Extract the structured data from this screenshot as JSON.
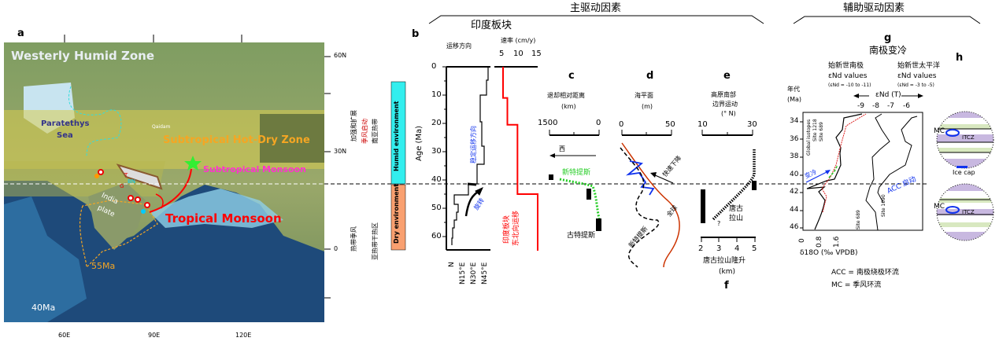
{
  "headers": {
    "main_drivers": "主驱动因素",
    "auxiliary_drivers": "辅助驱动因素"
  },
  "panel_a": {
    "label": "a",
    "zones": {
      "westerly": "Westerly Humid Zone",
      "hot_dry": "Subtropical Hot-Dry Zone",
      "subtropical_monsoon": "Subtropical Monsoon",
      "tropical_monsoon": "Tropical Monsoon"
    },
    "places": {
      "paratethys_1": "Paratethys",
      "paratethys_2": "Sea",
      "qaidam": "Qaidam",
      "india_1": "India",
      "india_2": "plate",
      "t": "T",
      "bn": "BN",
      "g": "G",
      "ma55": "55Ma",
      "ma40": "40Ma"
    },
    "lat_ticks": [
      "60N",
      "30N",
      "0"
    ],
    "lon_ticks": [
      "60E",
      "90E",
      "120E"
    ],
    "side_labels": {
      "expand": "加强和扩展",
      "monsoon_onset": "季风启动",
      "east_asia_tropical": "南亚热带",
      "tropical_monsoon": "热带季风",
      "subtropical_dry": "亚热带干热区"
    },
    "colors": {
      "westerly": "#e8eef2",
      "hot_dry": "#f5a623",
      "subtropical_monsoon": "#ff33cc",
      "tropical_monsoon": "#ff0000"
    }
  },
  "environment": {
    "humid": "Humid environment",
    "dry": "Dry environment",
    "humid_color": "#33eeee",
    "dry_color": "#f9a070"
  },
  "panel_b": {
    "label": "b",
    "title": "印度板块",
    "direction_label": "运移方向",
    "rate_label": "速率 (cm/y)",
    "rate_ticks": [
      "5",
      "10",
      "15"
    ],
    "age_label": "Age (Ma)",
    "age_ticks": [
      "0",
      "10",
      "20",
      "30",
      "40",
      "50",
      "60"
    ],
    "direction_ticks": [
      "N",
      "N15°E",
      "N30°E",
      "N45°E"
    ],
    "stable_text": "稳定运移方向",
    "rotation_text": "旋转",
    "red_text_1": "印度板块",
    "red_text_2": "东北向运移",
    "rate_steps": [
      {
        "from": 0,
        "to": 11,
        "rate": 3
      },
      {
        "from": 11,
        "to": 20.5,
        "rate": 4.5
      },
      {
        "from": 20.5,
        "to": 45,
        "rate": 8
      },
      {
        "from": 45,
        "to": 65,
        "rate": 15
      }
    ]
  },
  "panel_c": {
    "label": "c",
    "title_1": "退却相对距离",
    "title_2": "(km)",
    "ticks": [
      "1500",
      "0"
    ],
    "west": "西",
    "neo_tethys": "新特提斯",
    "tethys": "古特提斯"
  },
  "panel_d": {
    "label": "d",
    "title_1": "海平面",
    "title_2": "(m)",
    "ticks": [
      "0",
      "50"
    ],
    "fall": "快速下降",
    "global": "全球",
    "neo_tethys": "新特提斯"
  },
  "panel_e": {
    "label": "e",
    "title_1": "高原南部",
    "title_2": "边界运动",
    "title_3": "(° N)",
    "ticks": [
      "10",
      "30"
    ]
  },
  "panel_f": {
    "label": "f",
    "tanggula_1": "唐古",
    "tanggula_2": "拉山",
    "question": "?",
    "ticks": [
      "2",
      "3",
      "4",
      "5"
    ],
    "axis_1": "唐古拉山隆升",
    "axis_2": "(km)"
  },
  "panel_g": {
    "label": "g",
    "title": "南极变冷",
    "left_1": "始新世南极",
    "left_2": "εNd values",
    "left_3": "(εNd = -10 to -11)",
    "right_1": "始新世太平洋",
    "right_2": "εNd values",
    "right_3": "(εNd = -3 to -5)",
    "age_1": "年代",
    "age_2": "(Ma)",
    "end_axis": "εNd (T)",
    "end_ticks": [
      "-9",
      "-8",
      "-7",
      "-6"
    ],
    "age_ticks": [
      "34",
      "36",
      "38",
      "40",
      "42",
      "44",
      "46"
    ],
    "o18_ticks": [
      "0",
      "0.8",
      "1.6"
    ],
    "o18_label": "δ18O (‰ VPDB)",
    "legend": [
      "Global isotopes",
      "Site 1218",
      "Site 689"
    ],
    "site_a": "Site 689",
    "site_b": "Site 1090",
    "cooling": "变冷",
    "acc": "ACC 启动",
    "note_1": "ACC = 南极绕极环流",
    "note_2": "MC = 季风环流"
  },
  "panel_h": {
    "label": "h",
    "mc": "MC",
    "itcz": "ITCZ",
    "ice_cap": "Ice cap"
  }
}
